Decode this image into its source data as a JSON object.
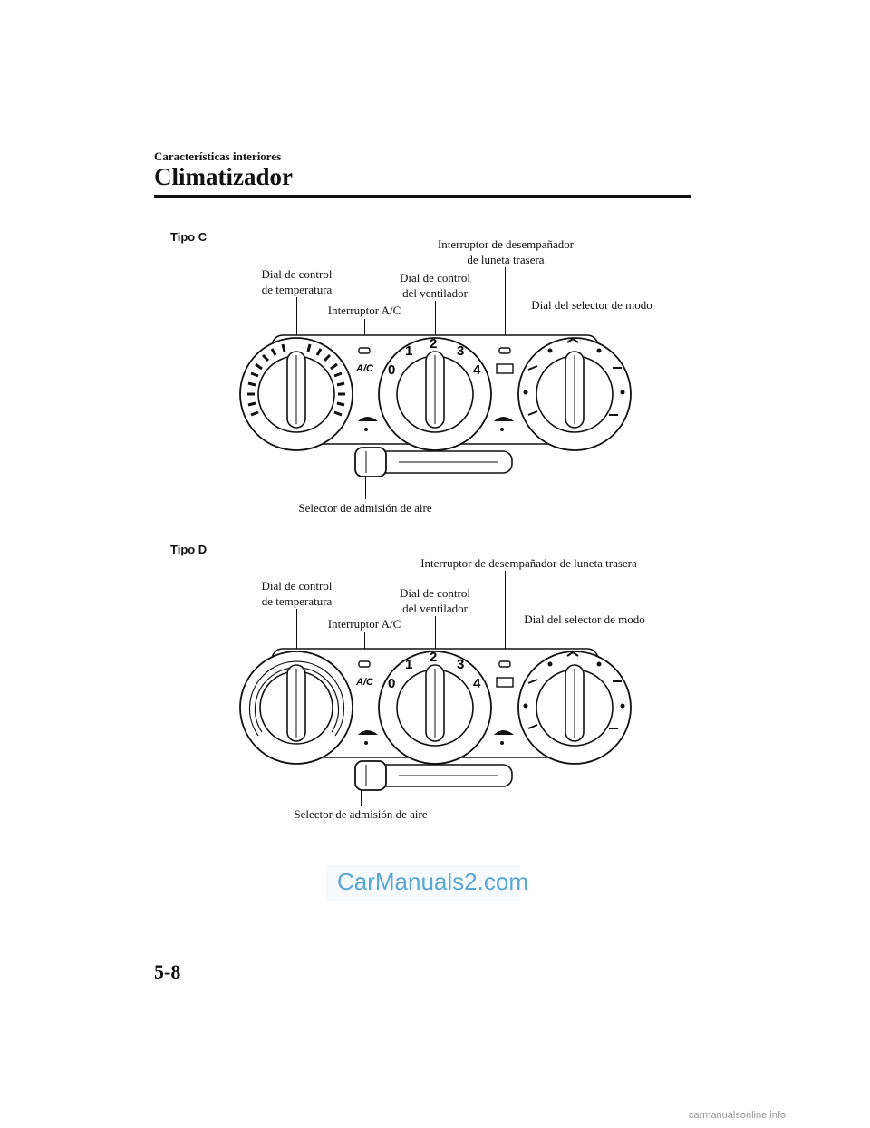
{
  "header": {
    "section": "Características interiores",
    "title": "Climatizador"
  },
  "figures": [
    {
      "type_label": "Tipo C",
      "callouts": {
        "rear_defogger": [
          "Interruptor de desempañador",
          "de luneta trasera"
        ],
        "temperature_dial": [
          "Dial de control",
          "de temperatura"
        ],
        "fan_dial": [
          "Dial de control",
          "del ventilador"
        ],
        "mode_dial": [
          "Dial del selector de modo"
        ],
        "ac_switch": [
          "Interruptor A/C"
        ],
        "intake_selector": [
          "Selector de admisión de aire"
        ]
      },
      "panel_labels": {
        "ac": "A/C",
        "fan_speeds": [
          "0",
          "1",
          "2",
          "3",
          "4"
        ]
      }
    },
    {
      "type_label": "Tipo D",
      "callouts": {
        "rear_defogger": [
          "Interruptor de desempañador de luneta trasera"
        ],
        "temperature_dial": [
          "Dial de control",
          "de temperatura"
        ],
        "fan_dial": [
          "Dial de control",
          "del ventilador"
        ],
        "mode_dial": [
          "Dial del selector de modo"
        ],
        "ac_switch": [
          "Interruptor A/C"
        ],
        "intake_selector": [
          "Selector de admisión de aire"
        ]
      },
      "panel_labels": {
        "ac": "A/C",
        "fan_speeds": [
          "0",
          "1",
          "2",
          "3",
          "4"
        ]
      }
    }
  ],
  "watermark": "CarManuals2.com",
  "page_number": "5-8",
  "footer_domain": "carmanualsonline.info"
}
